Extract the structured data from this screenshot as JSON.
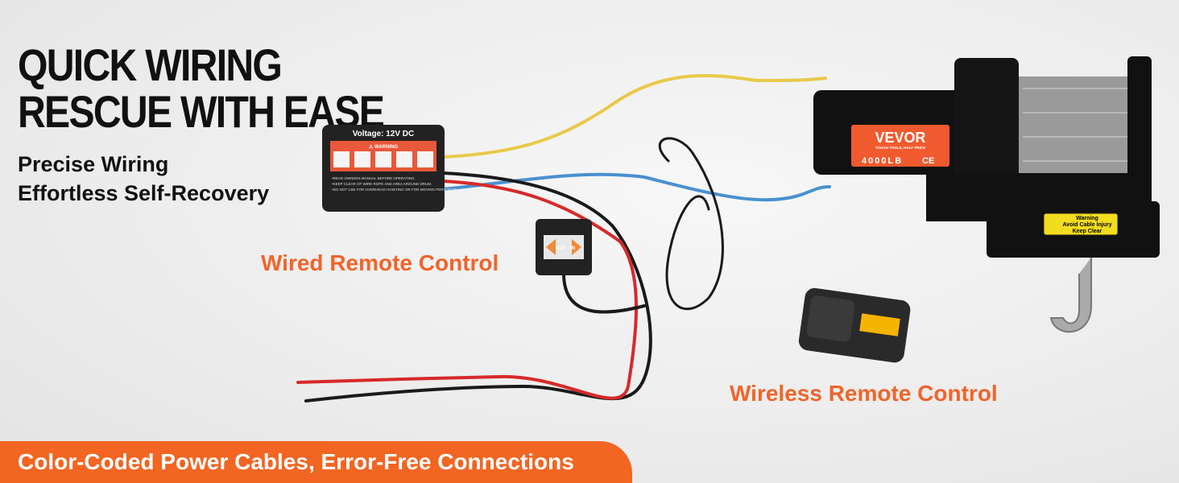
{
  "headline": {
    "line1": "QUICK WIRING",
    "line2": "RESCUE WITH EASE"
  },
  "subheadline": {
    "line1": "Precise Wiring",
    "line2": "Effortless Self-Recovery"
  },
  "callouts": {
    "wired": "Wired Remote Control",
    "wireless": "Wireless Remote Control"
  },
  "banner": {
    "text": "Color-Coded Power Cables, Error-Free Connections"
  },
  "control_box": {
    "voltage": "Voltage:  12V DC",
    "warning": "⚠ WARNING",
    "notes": [
      "•READ OWNERS MANUAL BEFORE OPERATING.",
      "•KEEP CLEAR OF WIRE ROPE AND AREA AROUND DRUM.",
      "•DO NOT USE FOR OVERHEAD HOISTING OR FOR MOVING PERSONNEL."
    ]
  },
  "winch_label": {
    "brand": "VEVOR",
    "slogan": "TOUGH TOOLS, HALF PRICE",
    "capacity": "4000LB",
    "mark": "CE"
  },
  "fairlead_warning": {
    "line1": "Warning",
    "line2": "Avoid Cable Injury",
    "line3": "Keep Clear"
  },
  "wired_remote": {
    "out": "OUT",
    "in": "IN"
  },
  "colors": {
    "accent": "#f0642a",
    "banner": "#f26522"
  }
}
